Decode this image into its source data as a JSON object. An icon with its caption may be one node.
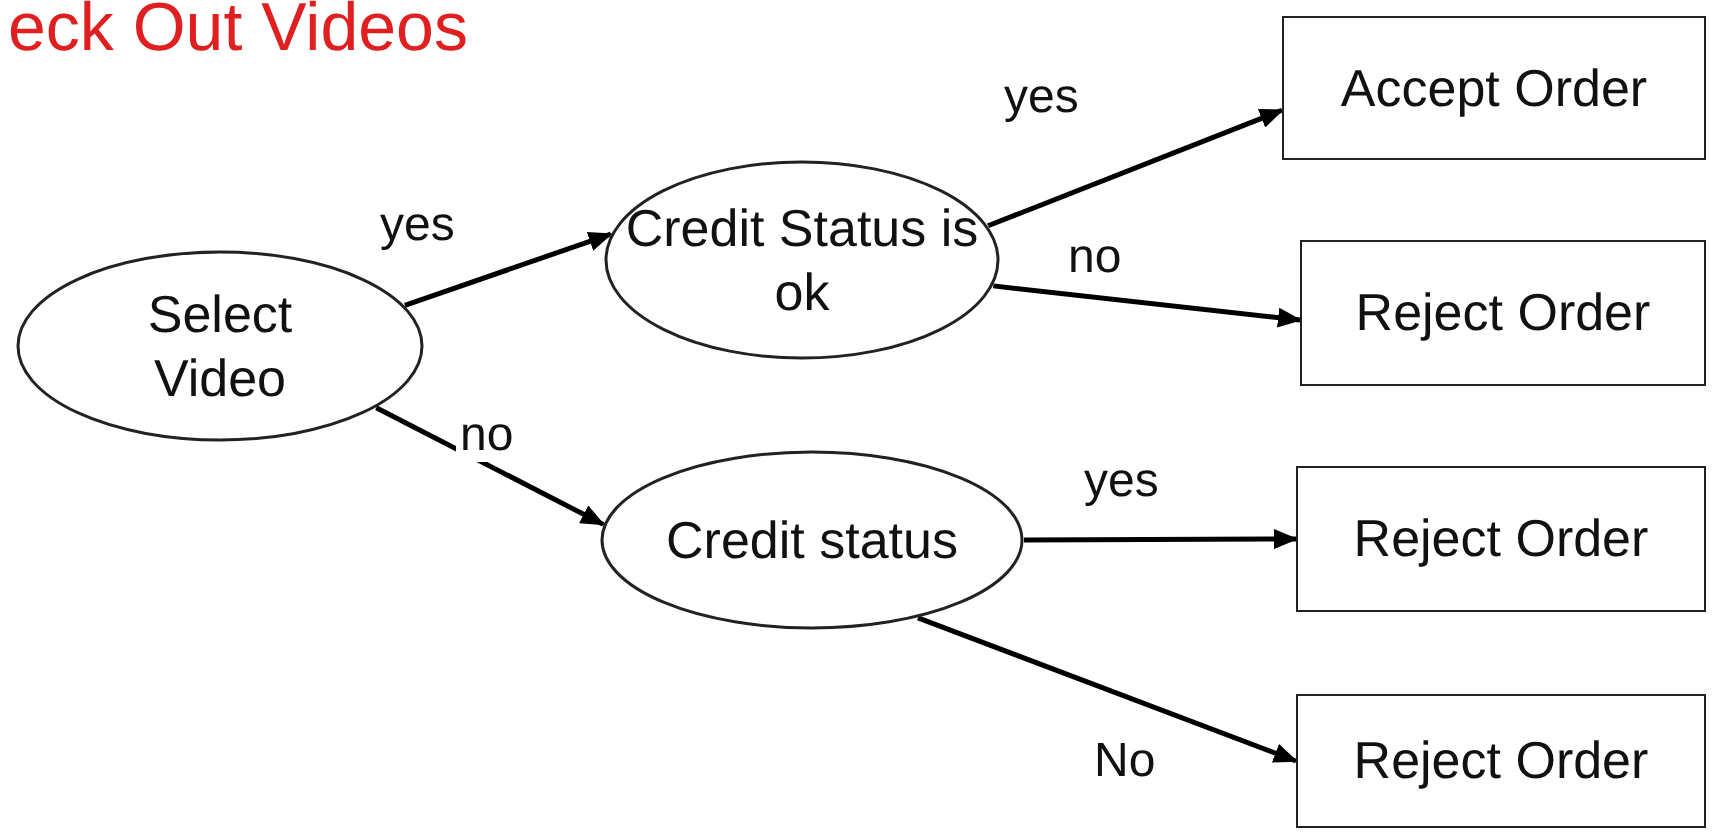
{
  "diagram": {
    "title": "eck Out Videos",
    "nodes": [
      {
        "text": [
          "Select Video"
        ]
      },
      {
        "text": [
          "Credit Status is ok"
        ]
      },
      {
        "text": [
          "Credit status"
        ]
      },
      {
        "text": [
          "Accept Order"
        ]
      },
      {
        "text": [
          "Reject Order"
        ]
      },
      {
        "text": [
          "Reject Order"
        ]
      },
      {
        "text": [
          "Reject Order"
        ]
      }
    ],
    "edges": [
      {
        "from": 0,
        "to": 1,
        "arrow": "to",
        "label": "yes"
      },
      {
        "from": 0,
        "to": 2,
        "arrow": "to",
        "label": "no"
      },
      {
        "from": 1,
        "to": 3,
        "arrow": "to",
        "label": "yes"
      },
      {
        "from": 1,
        "to": 4,
        "arrow": "to",
        "label": "no"
      },
      {
        "from": 2,
        "to": 5,
        "arrow": "to",
        "label": "yes"
      },
      {
        "from": 2,
        "to": 6,
        "arrow": "to",
        "label": "No"
      }
    ]
  }
}
